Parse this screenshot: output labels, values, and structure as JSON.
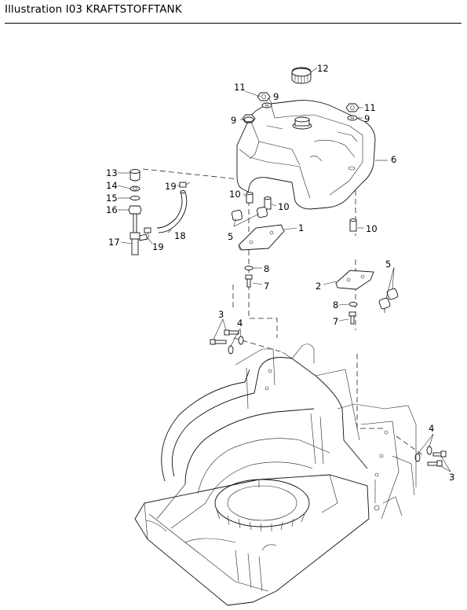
{
  "header": {
    "title": "Illustration  I03  KRAFTSTOFFTANK"
  },
  "callouts": {
    "c1": "1",
    "c2": "2",
    "c3a": "3",
    "c3b": "3",
    "c4a": "4",
    "c4b": "4",
    "c5a": "5",
    "c5b": "5",
    "c6": "6",
    "c7a": "7",
    "c7b": "7",
    "c8a": "8",
    "c8b": "8",
    "c9a": "9",
    "c9b": "9",
    "c9c": "9",
    "c10a": "10",
    "c10b": "10",
    "c10c": "10",
    "c11a": "11",
    "c11b": "11",
    "c12": "12",
    "c13": "13",
    "c14": "14",
    "c15": "15",
    "c16": "16",
    "c17": "17",
    "c18": "18",
    "c19a": "19",
    "c19b": "19"
  }
}
